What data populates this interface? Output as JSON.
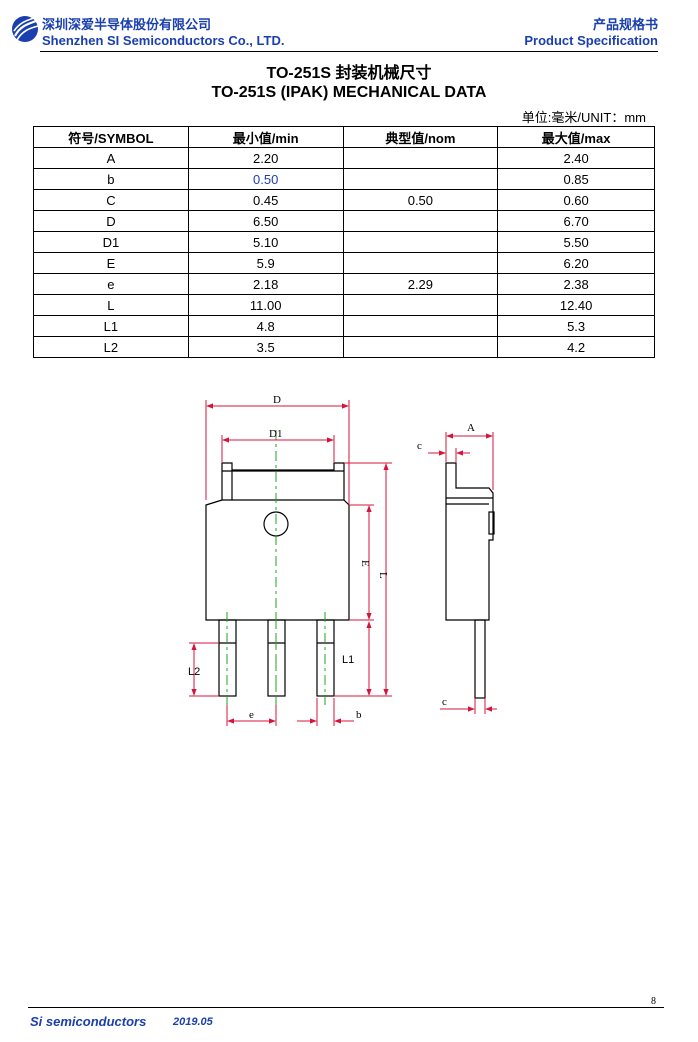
{
  "header": {
    "company_cn": "深圳深爱半导体股份有限公司",
    "company_en": "Shenzhen SI Semiconductors Co., LTD.",
    "doc_cn": "产品规格书",
    "doc_en": "Product Specification",
    "brand_color": "#1a3fae"
  },
  "title_cn": "TO-251S 封装机械尺寸",
  "title_en": "TO-251S (IPAK) MECHANICAL DATA",
  "unit": "单位:毫米/UNIT：mm",
  "table": {
    "headers": [
      "符号/SYMBOL",
      "最小值/min",
      "典型值/nom",
      "最大值/max"
    ],
    "rows": [
      [
        "A",
        "2.20",
        "",
        "2.40"
      ],
      [
        "b",
        "0.50",
        "",
        "0.85"
      ],
      [
        "C",
        "0.45",
        "0.50",
        "0.60"
      ],
      [
        "D",
        "6.50",
        "",
        "6.70"
      ],
      [
        "D1",
        "5.10",
        "",
        "5.50"
      ],
      [
        "E",
        "5.9",
        "",
        "6.20"
      ],
      [
        "e",
        "2.18",
        "2.29",
        "2.38"
      ],
      [
        "L",
        "11.00",
        "",
        "12.40"
      ],
      [
        "L1",
        "4.8",
        "",
        "5.3"
      ],
      [
        "L2",
        "3.5",
        "",
        "4.2"
      ]
    ]
  },
  "drawing": {
    "labels": {
      "D": "D",
      "D1": "D1",
      "E": "E",
      "L": "L",
      "L1": "L1",
      "L2": "L2",
      "e": "e",
      "b": "b",
      "A": "A",
      "c_top": "c",
      "c_bottom": "c"
    },
    "line_color": "#000000",
    "dim_color": "#d4143a",
    "centerline_color": "#1fa31f"
  },
  "footer": {
    "brand": "Si semiconductors",
    "date": "2019.05",
    "page": "8"
  }
}
